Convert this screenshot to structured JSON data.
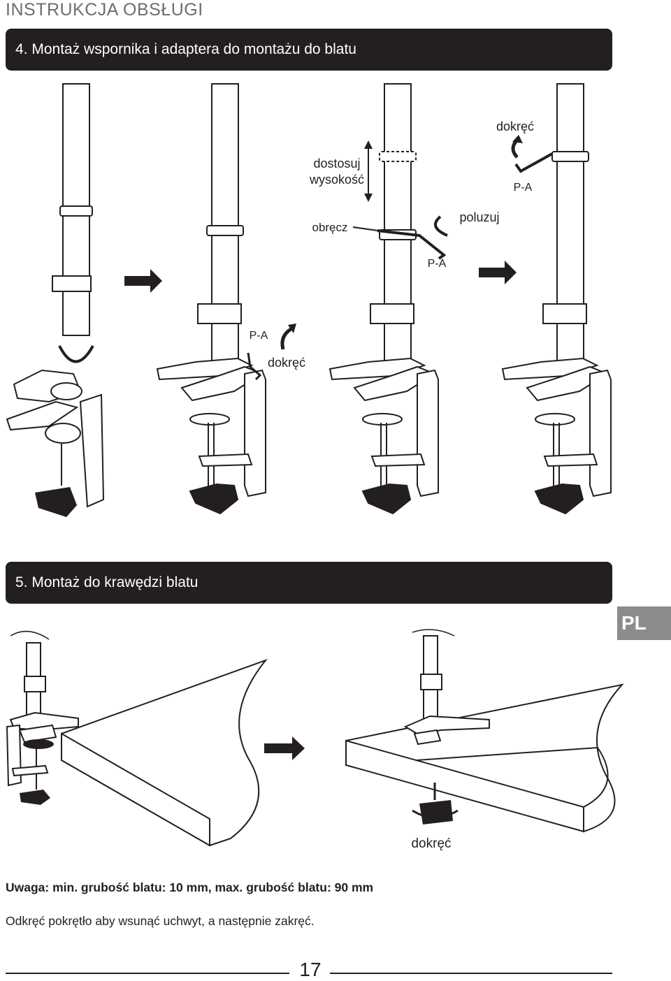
{
  "header": {
    "title": "INSTRUKCJA OBSŁUGI"
  },
  "section4": {
    "title": "4. Montaż wspornika i adaptera do montażu do blatu",
    "labels": {
      "adjust_height_line1": "dostosuj",
      "adjust_height_line2": "wysokość",
      "collar": "obręcz",
      "loosen": "poluzuj",
      "tighten_top": "dokręć",
      "tighten_bottom": "dokręć",
      "pa_1": "P-A",
      "pa_2": "P-A",
      "pa_3": "P-A"
    }
  },
  "section5": {
    "title": "5. Montaż do krawędzi blatu",
    "labels": {
      "tighten": "dokręć"
    }
  },
  "lang_tab": "PL",
  "notes": {
    "warning": "Uwaga: min. grubość blatu: 10 mm, max. grubość blatu: 90 mm",
    "instruction": "Odkręć pokrętło aby wsunąć uchwyt, a następnie zakręć."
  },
  "footer": {
    "page_number": "17"
  }
}
